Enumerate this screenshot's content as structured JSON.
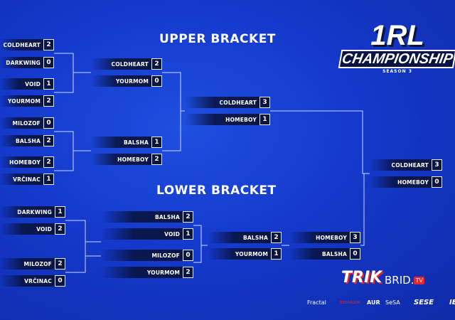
{
  "titles": {
    "upper": "UPPER BRACKET",
    "lower": "LOWER BRACKET"
  },
  "logo": {
    "big": "1RL",
    "mid": "CHAMPIONSHIP",
    "season": "SEASON 3"
  },
  "upper": {
    "r1": [
      {
        "n": "COLDHEART",
        "s": "2"
      },
      {
        "n": "DARKWING",
        "s": "0"
      },
      {
        "n": "VOID",
        "s": "1"
      },
      {
        "n": "YOURMOM",
        "s": "2"
      },
      {
        "n": "MILOZOF",
        "s": "0"
      },
      {
        "n": "BALSHA",
        "s": "2"
      },
      {
        "n": "HOMEBOY",
        "s": "2"
      },
      {
        "n": "VRČINAC",
        "s": "1"
      }
    ],
    "r2": [
      {
        "n": "COLDHEART",
        "s": "2"
      },
      {
        "n": "YOURMOM",
        "s": "0"
      },
      {
        "n": "BALSHA",
        "s": "1"
      },
      {
        "n": "HOMEBOY",
        "s": "2"
      }
    ],
    "final": [
      {
        "n": "COLDHEART",
        "s": "3"
      },
      {
        "n": "HOMEBOY",
        "s": "1"
      }
    ]
  },
  "grand": [
    {
      "n": "COLDHEART",
      "s": "3"
    },
    {
      "n": "HOMEBOY",
      "s": "0"
    }
  ],
  "lower": {
    "r1": [
      {
        "n": "DARKWING",
        "s": "1"
      },
      {
        "n": "VOID",
        "s": "2"
      },
      {
        "n": "MILOZOF",
        "s": "2"
      },
      {
        "n": "VRČINAC",
        "s": "0"
      }
    ],
    "r2": [
      {
        "n": "BALSHA",
        "s": "2"
      },
      {
        "n": "VOID",
        "s": "1"
      },
      {
        "n": "MILOZOF",
        "s": "0"
      },
      {
        "n": "YOURMOM",
        "s": "2"
      }
    ],
    "r3": [
      {
        "n": "BALSHA",
        "s": "2"
      },
      {
        "n": "YOURMOM",
        "s": "1"
      }
    ],
    "final": [
      {
        "n": "HOMEBOY",
        "s": "3"
      },
      {
        "n": "BALSHA",
        "s": "0"
      }
    ]
  },
  "sponsors": {
    "trik": "TRIK",
    "brid": "BRID.",
    "tv": "TV",
    "s1": "Fractal",
    "s2": "REDRAGON",
    "s3": "AUR",
    "s4": "SeSA",
    "s5": "SESE",
    "s6": "IE"
  },
  "colors": {
    "bg": "#1439cc",
    "slot": "#0a1440",
    "trik": "#e5242b"
  }
}
